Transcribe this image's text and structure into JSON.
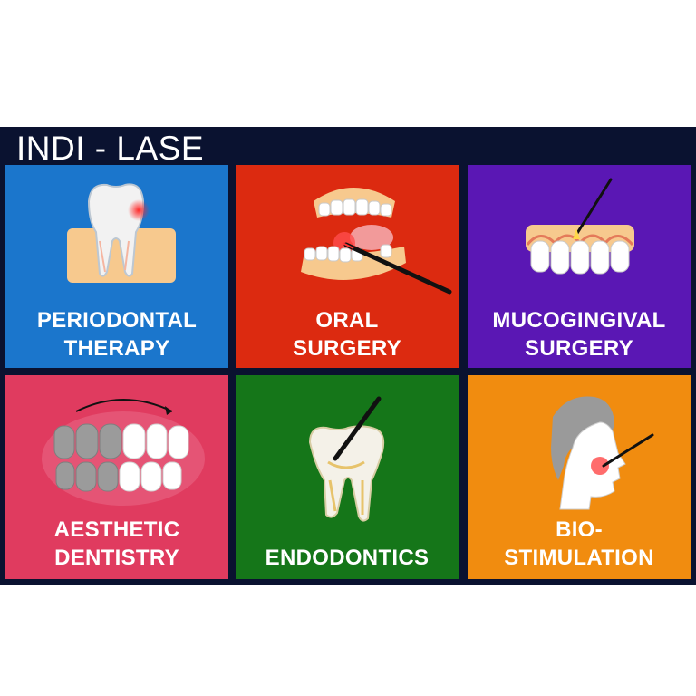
{
  "title": "INDI - LASE",
  "colors": {
    "background": "#0a1230",
    "periodontal": "#1b76cc",
    "oral_surgery": "#dc2a10",
    "mucogingival": "#5a17b4",
    "aesthetic": "#e03b5f",
    "endodontics": "#157619",
    "biostimulation": "#f18c0f"
  },
  "tiles": [
    {
      "icon": "tooth-gum-icon",
      "line1": "PERIODONTAL",
      "line2": "THERAPY"
    },
    {
      "icon": "open-mouth-laser-icon",
      "line1": "ORAL",
      "line2": "SURGERY"
    },
    {
      "icon": "gum-laser-icon",
      "line1": "MUCOGINGIVAL",
      "line2": "SURGERY"
    },
    {
      "icon": "teeth-whitening-icon",
      "line1": "AESTHETIC",
      "line2": "DENTISTRY"
    },
    {
      "icon": "root-canal-laser-icon",
      "line1": "ENDODONTICS"
    },
    {
      "icon": "face-laser-icon",
      "line1": "BIO-",
      "line2": "STIMULATION"
    }
  ]
}
